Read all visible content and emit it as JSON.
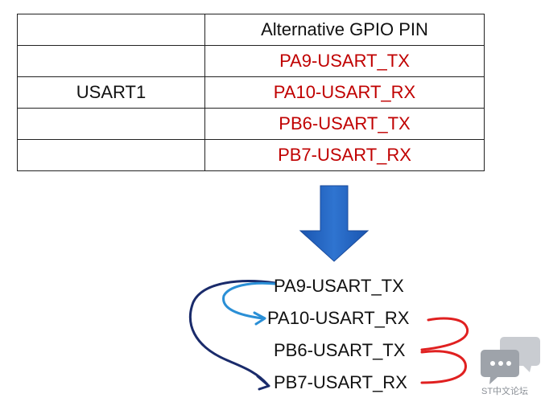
{
  "table": {
    "header_left": "",
    "header_right": "Alternative GPIO PIN",
    "peripheral": "USART1",
    "pins": [
      "PA9-USART_TX",
      "PA10-USART_RX",
      "PB6-USART_TX",
      "PB7-USART_RX"
    ]
  },
  "arrow": {
    "color": "#1f5fbf",
    "icon": "arrow-down-icon"
  },
  "diagram": {
    "labels": [
      "PA9-USART_TX",
      "PA10-USART_RX",
      "PB6-USART_TX",
      "PB7-USART_RX"
    ],
    "connections": [
      {
        "from": "PA9-USART_TX",
        "to": "PA10-USART_RX",
        "color": "#2a8fd6"
      },
      {
        "from": "PA9-USART_TX",
        "to": "PB7-USART_RX",
        "color": "#1a2b6b"
      },
      {
        "from": "PA10-USART_RX",
        "to": "PB6-USART_TX",
        "color": "#e02020"
      },
      {
        "from": "PB6-USART_TX",
        "to": "PB7-USART_RX",
        "color": "#e02020"
      }
    ]
  },
  "watermark": {
    "text": "ST中文论坛",
    "color": "#8a8f96",
    "icon": "chat-bubbles-icon"
  }
}
